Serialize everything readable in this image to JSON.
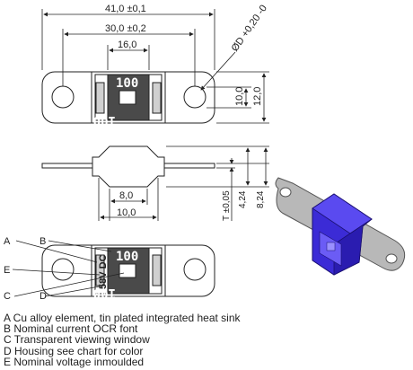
{
  "dimensions": {
    "overall_length": "41,0 ±0,1",
    "hole_spacing": "30,0 ±0,2",
    "body_width": "16,0",
    "hole_diameter": "ØD +0,20 -0",
    "height_inner": "10,0",
    "height_outer": "12,0",
    "thickness": "T ±0,05",
    "height_424": "4,24",
    "height_824": "8,24",
    "base_inner": "8,0",
    "base_outer": "10,0"
  },
  "fuse_face": {
    "top_value": "100",
    "bottom_value": "100",
    "voltage_label": "58V DC"
  },
  "callouts": [
    "A",
    "B",
    "C",
    "D",
    "E"
  ],
  "legend": [
    "A  Cu alloy element, tin plated integrated heat sink",
    "B  Nominal current OCR font",
    "C  Transparent viewing window",
    "D  Housing see chart for color",
    "E  Nominal voltage inmoulded"
  ],
  "colors": {
    "metal": "#b8b8b8",
    "body_dark": "#4a4a4a",
    "housing_blue": "#3b2bd6",
    "line": "#222222"
  }
}
